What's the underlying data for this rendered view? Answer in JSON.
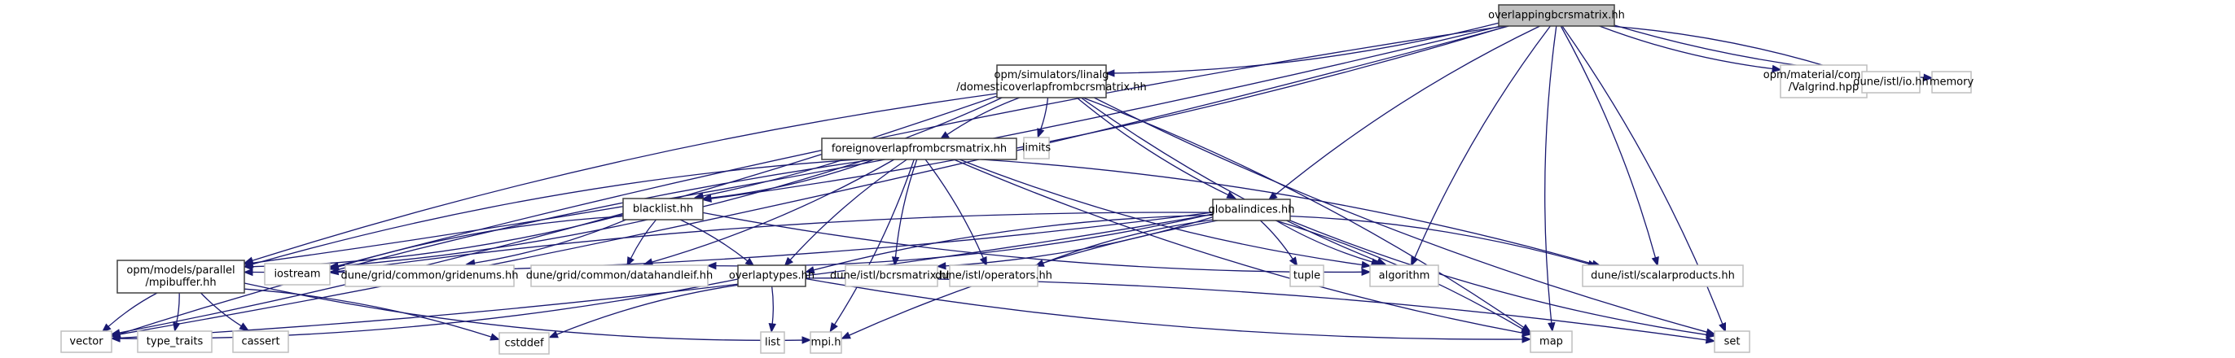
{
  "title": "overlappingbcrsmatrix.hh include dependency graph",
  "colors": {
    "edge": "#191970",
    "main_fill": "#bfbfbf",
    "local_border": "#404040",
    "external_border": "#bfbfbf"
  },
  "nodes": [
    {
      "id": "overlappingbcrsmatrix",
      "lines": [
        "overlappingbcrsmatrix.hh"
      ],
      "kind": "main"
    },
    {
      "id": "domesticoverlap",
      "lines": [
        "opm/simulators/linalg",
        "/domesticoverlapfrombcrsmatrix.hh"
      ],
      "kind": "local"
    },
    {
      "id": "valgrind",
      "lines": [
        "opm/material/common",
        "/Valgrind.hpp"
      ],
      "kind": "external"
    },
    {
      "id": "istl_io",
      "lines": [
        "dune/istl/io.hh"
      ],
      "kind": "external"
    },
    {
      "id": "memory",
      "lines": [
        "memory"
      ],
      "kind": "external"
    },
    {
      "id": "limits",
      "lines": [
        "limits"
      ],
      "kind": "external"
    },
    {
      "id": "foreignoverlap",
      "lines": [
        "foreignoverlapfrombcrsmatrix.hh"
      ],
      "kind": "local"
    },
    {
      "id": "blacklist",
      "lines": [
        "blacklist.hh"
      ],
      "kind": "local"
    },
    {
      "id": "globalindices",
      "lines": [
        "globalindices.hh"
      ],
      "kind": "local"
    },
    {
      "id": "mpibuffer",
      "lines": [
        "opm/models/parallel",
        "/mpibuffer.hh"
      ],
      "kind": "local"
    },
    {
      "id": "iostream",
      "lines": [
        "iostream"
      ],
      "kind": "external"
    },
    {
      "id": "gridenums",
      "lines": [
        "dune/grid/common/gridenums.hh"
      ],
      "kind": "external"
    },
    {
      "id": "datahandleif",
      "lines": [
        "dune/grid/common/datahandleif.hh"
      ],
      "kind": "external"
    },
    {
      "id": "overlaptypes",
      "lines": [
        "overlaptypes.hh"
      ],
      "kind": "local"
    },
    {
      "id": "bcrsmatrix",
      "lines": [
        "dune/istl/bcrsmatrix.hh"
      ],
      "kind": "external"
    },
    {
      "id": "operators",
      "lines": [
        "dune/istl/operators.hh"
      ],
      "kind": "external"
    },
    {
      "id": "tuple",
      "lines": [
        "tuple"
      ],
      "kind": "external"
    },
    {
      "id": "algorithm",
      "lines": [
        "algorithm"
      ],
      "kind": "external"
    },
    {
      "id": "scalarproducts",
      "lines": [
        "dune/istl/scalarproducts.hh"
      ],
      "kind": "external"
    },
    {
      "id": "vector",
      "lines": [
        "vector"
      ],
      "kind": "external"
    },
    {
      "id": "type_traits",
      "lines": [
        "type_traits"
      ],
      "kind": "external"
    },
    {
      "id": "cassert",
      "lines": [
        "cassert"
      ],
      "kind": "external"
    },
    {
      "id": "cstddef",
      "lines": [
        "cstddef"
      ],
      "kind": "external"
    },
    {
      "id": "list",
      "lines": [
        "list"
      ],
      "kind": "external"
    },
    {
      "id": "mpi_h",
      "lines": [
        "mpi.h"
      ],
      "kind": "external"
    },
    {
      "id": "map",
      "lines": [
        "map"
      ],
      "kind": "external"
    },
    {
      "id": "set",
      "lines": [
        "set"
      ],
      "kind": "external"
    }
  ],
  "edges": [
    [
      "overlappingbcrsmatrix",
      "domesticoverlap"
    ],
    [
      "overlappingbcrsmatrix",
      "valgrind"
    ],
    [
      "overlappingbcrsmatrix",
      "istl_io"
    ],
    [
      "overlappingbcrsmatrix",
      "memory"
    ],
    [
      "overlappingbcrsmatrix",
      "blacklist"
    ],
    [
      "overlappingbcrsmatrix",
      "globalindices"
    ],
    [
      "overlappingbcrsmatrix",
      "mpibuffer"
    ],
    [
      "overlappingbcrsmatrix",
      "iostream"
    ],
    [
      "overlappingbcrsmatrix",
      "vector"
    ],
    [
      "overlappingbcrsmatrix",
      "algorithm"
    ],
    [
      "overlappingbcrsmatrix",
      "scalarproducts"
    ],
    [
      "overlappingbcrsmatrix",
      "map"
    ],
    [
      "overlappingbcrsmatrix",
      "set"
    ],
    [
      "domesticoverlap",
      "foreignoverlap"
    ],
    [
      "domesticoverlap",
      "limits"
    ],
    [
      "domesticoverlap",
      "globalindices"
    ],
    [
      "domesticoverlap",
      "blacklist"
    ],
    [
      "domesticoverlap",
      "mpibuffer"
    ],
    [
      "domesticoverlap",
      "vector"
    ],
    [
      "domesticoverlap",
      "algorithm"
    ],
    [
      "domesticoverlap",
      "map"
    ],
    [
      "domesticoverlap",
      "set"
    ],
    [
      "foreignoverlap",
      "blacklist"
    ],
    [
      "foreignoverlap",
      "mpibuffer"
    ],
    [
      "foreignoverlap",
      "iostream"
    ],
    [
      "foreignoverlap",
      "vector"
    ],
    [
      "foreignoverlap",
      "datahandleif"
    ],
    [
      "foreignoverlap",
      "overlaptypes"
    ],
    [
      "foreignoverlap",
      "mpi_h"
    ],
    [
      "foreignoverlap",
      "bcrsmatrix"
    ],
    [
      "foreignoverlap",
      "operators"
    ],
    [
      "foreignoverlap",
      "algorithm"
    ],
    [
      "foreignoverlap",
      "scalarproducts"
    ],
    [
      "foreignoverlap",
      "map"
    ],
    [
      "blacklist",
      "mpibuffer"
    ],
    [
      "blacklist",
      "iostream"
    ],
    [
      "blacklist",
      "gridenums"
    ],
    [
      "blacklist",
      "datahandleif"
    ],
    [
      "blacklist",
      "overlaptypes"
    ],
    [
      "blacklist",
      "algorithm"
    ],
    [
      "globalindices",
      "mpibuffer"
    ],
    [
      "globalindices",
      "iostream"
    ],
    [
      "globalindices",
      "datahandleif"
    ],
    [
      "globalindices",
      "overlaptypes"
    ],
    [
      "globalindices",
      "bcrsmatrix"
    ],
    [
      "globalindices",
      "operators"
    ],
    [
      "globalindices",
      "tuple"
    ],
    [
      "globalindices",
      "algorithm"
    ],
    [
      "globalindices",
      "scalarproducts"
    ],
    [
      "globalindices",
      "mpi_h"
    ],
    [
      "globalindices",
      "map"
    ],
    [
      "globalindices",
      "set"
    ],
    [
      "globalindices",
      "vector"
    ],
    [
      "mpibuffer",
      "vector"
    ],
    [
      "mpibuffer",
      "type_traits"
    ],
    [
      "mpibuffer",
      "cassert"
    ],
    [
      "mpibuffer",
      "cstddef"
    ],
    [
      "mpibuffer",
      "mpi_h"
    ],
    [
      "overlaptypes",
      "vector"
    ],
    [
      "overlaptypes",
      "cstddef"
    ],
    [
      "overlaptypes",
      "list"
    ],
    [
      "overlaptypes",
      "map"
    ],
    [
      "overlaptypes",
      "set"
    ]
  ]
}
